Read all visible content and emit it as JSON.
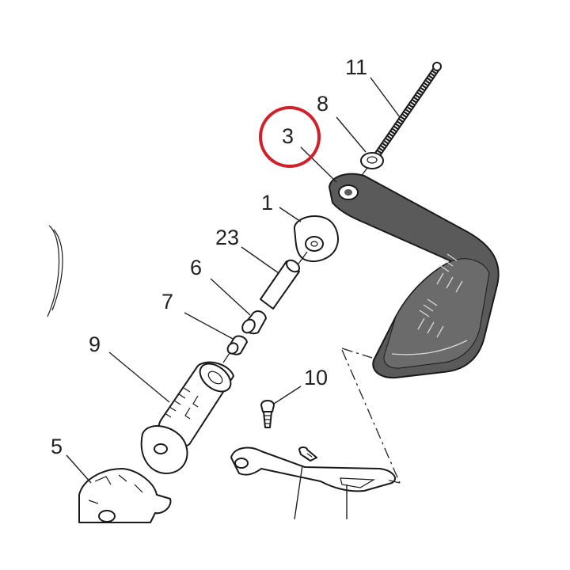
{
  "colors": {
    "highlight": "#d0202a",
    "lever": "#5a5a5a",
    "lever_dark": "#3c3c3c",
    "part_fill": "#ffffff",
    "line": "#1a1a1a"
  },
  "callouts": {
    "c1": "1",
    "c3": "3",
    "c5": "5",
    "c6": "6",
    "c7": "7",
    "c8": "8",
    "c9": "9",
    "c10": "10",
    "c11": "11",
    "c23": "23"
  },
  "highlighted_callout": "3"
}
